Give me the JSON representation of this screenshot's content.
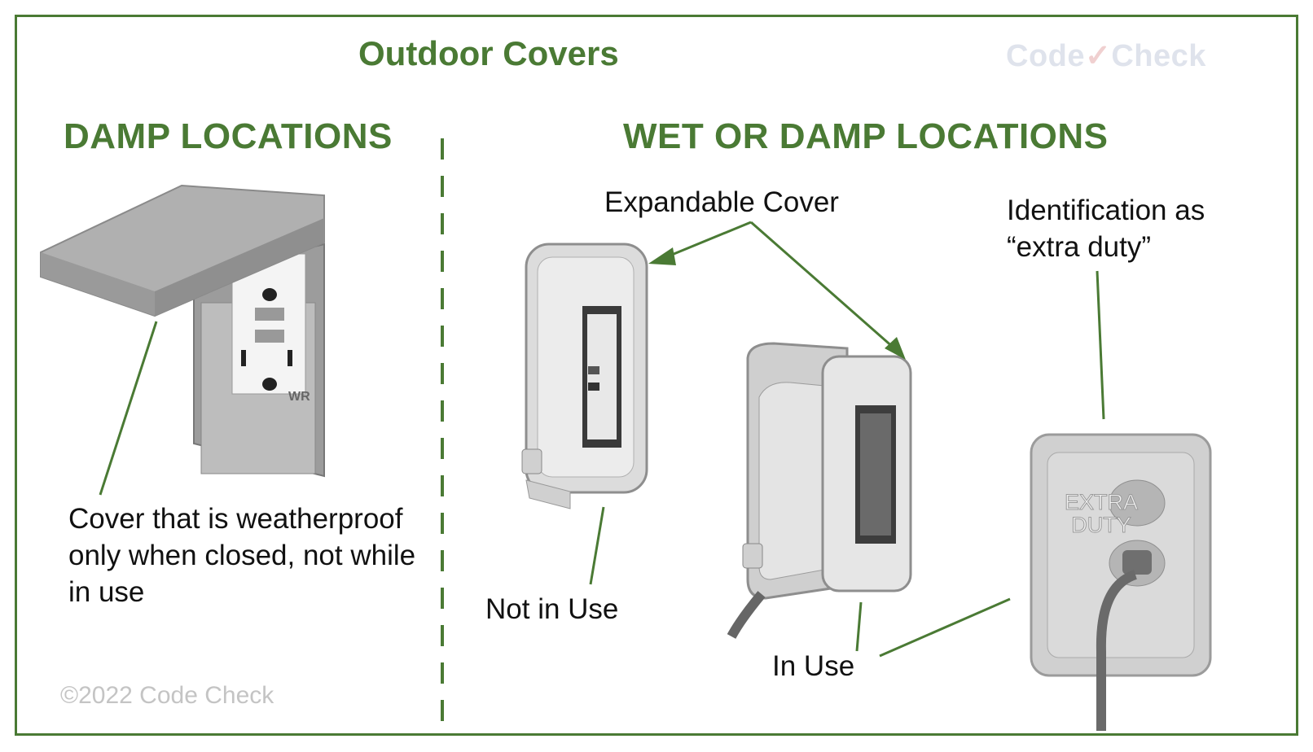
{
  "header": {
    "title": "Outdoor Covers",
    "logo_left": "Code",
    "logo_check": "✓",
    "logo_right": "Check"
  },
  "left_panel": {
    "heading": "DAMP LOCATIONS",
    "caption": "Cover that is weatherproof only when closed, not while in use",
    "receptacle_label": "WR"
  },
  "right_panel": {
    "heading": "WET OR DAMP LOCATIONS",
    "expandable_label": "Expandable Cover",
    "identification_label": "Identification as “extra duty”",
    "not_in_use_label": "Not in Use",
    "in_use_label": "In Use",
    "extra_duty_line1": "EXTRA",
    "extra_duty_line2": "DUTY"
  },
  "footer": {
    "copyright": "©2022 Code Check"
  },
  "colors": {
    "brand_green": "#4a7a34",
    "cover_gray": "#a9a9a9",
    "logo_gray": "#dfe3ec"
  }
}
